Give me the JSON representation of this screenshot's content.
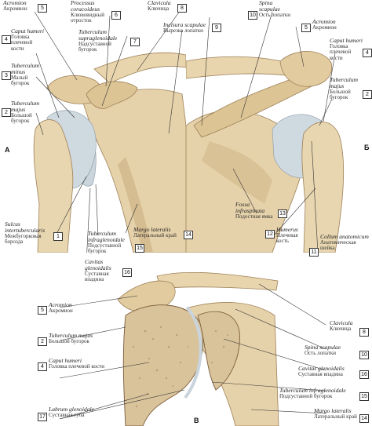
{
  "panels": {
    "a": {
      "letter": "А"
    },
    "b": {
      "letter": "Б"
    },
    "c": {
      "letter": "В"
    }
  },
  "labels": {
    "acromion": {
      "lat": "Acromion",
      "rus": "Акромион",
      "num": "5"
    },
    "caput_humeri": {
      "lat": "Caput humeri",
      "rus": "Головка плечевой кости",
      "num": "4"
    },
    "tuberculum_minus": {
      "lat": "Tuberculum minus",
      "rus": "Малый бугорок",
      "num": "3"
    },
    "tuberculum_majus": {
      "lat": "Tuberculum majus",
      "rus": "Большой бугорок",
      "num": "2"
    },
    "sulcus": {
      "lat": "Sulcus intertubercularis",
      "rus": "Межбугорковая борозда",
      "num": "1"
    },
    "processus_coracoideus": {
      "lat": "Processus coracoideus",
      "rus": "Клювовидный отросток",
      "num": "6"
    },
    "tuberculum_supraglenoidale": {
      "lat": "Tuberculum supraglenoidale",
      "rus": "Надсуставной бугорок",
      "num": "7"
    },
    "clavicula": {
      "lat": "Clavicula",
      "rus": "Ключица",
      "num": "8"
    },
    "incisura_scapulae": {
      "lat": "Incisura scapulae",
      "rus": "Вырезка лопатки",
      "num": "9"
    },
    "spina_scapulae": {
      "lat": "Spina scapulae",
      "rus": "Ость лопатки",
      "num": "10"
    },
    "margo_lateralis": {
      "lat": "Margo lateralis",
      "rus": "Латеральный край",
      "num": "14"
    },
    "tuberculum_infraglenoidale": {
      "lat": "Tuberculum infraglenoidale",
      "rus": "Подсуставной бугорок",
      "num": "15"
    },
    "cavitas_glenoidalis": {
      "lat": "Cavitas glenoidalis",
      "rus": "Суставная впадина",
      "num": "16"
    },
    "fossa_infraspinata": {
      "lat": "Fossa infraspinata",
      "rus": "Подостная ямка",
      "num": "13"
    },
    "humerus": {
      "lat": "Humerus",
      "rus": "Плечевая кость",
      "num": "12"
    },
    "collum_anatomicum": {
      "lat": "Collum anatomicum",
      "rus": "Анатомическая шейка",
      "num": "11"
    },
    "labrum_glenoidale": {
      "lat": "Labrum glenoidale",
      "rus": "Суставная губа",
      "num": "17"
    }
  },
  "colors": {
    "bone": "#e4cfa4",
    "bone_shadow": "#b89a6c",
    "bone_dark": "#7a5c3a",
    "cartilage": "#c9d4dc",
    "spongy": "#c8a87c"
  }
}
